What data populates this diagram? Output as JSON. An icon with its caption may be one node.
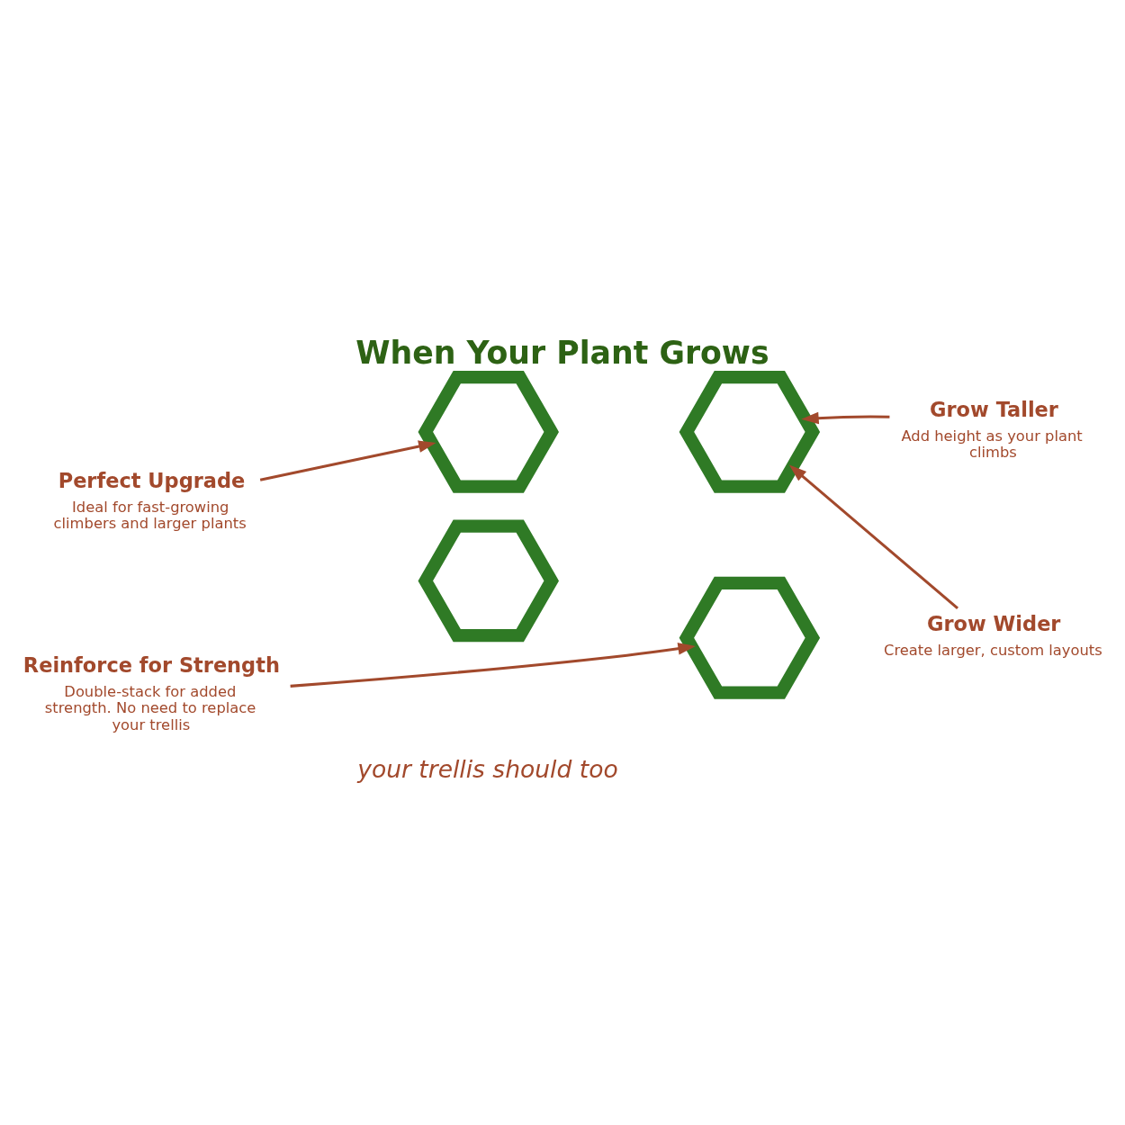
{
  "diagram": {
    "title": "When Your Plant Grows",
    "nodes": [
      {
        "text": [
          "Grow Taller",
          "Add height as your plant climbs"
        ]
      },
      {
        "text": [],
        "shape": "hexagon"
      },
      {
        "text": [
          "Perfect Upgrade",
          "Ideal for fast-growing climbers and larger plants"
        ]
      },
      {
        "text": [],
        "shape": "hexagon"
      },
      {
        "text": [],
        "shape": "hexagon"
      },
      {
        "text": [
          "Grow Wider",
          "Create larger, custom layouts"
        ]
      },
      {
        "text": [],
        "shape": "hexagon"
      },
      {
        "text": [
          "Reinforce for Strength",
          "Double-stack for added strength. No need to replace your trellis"
        ]
      }
    ],
    "edges": [
      {
        "from": 2,
        "to": 1,
        "arrow": "to"
      },
      {
        "from": 0,
        "to": 3,
        "arrow": "to"
      },
      {
        "from": 5,
        "to": 3,
        "arrow": "to"
      },
      {
        "from": 7,
        "to": 6,
        "arrow": "to"
      }
    ],
    "labels": [
      "your trellis should too"
    ]
  }
}
